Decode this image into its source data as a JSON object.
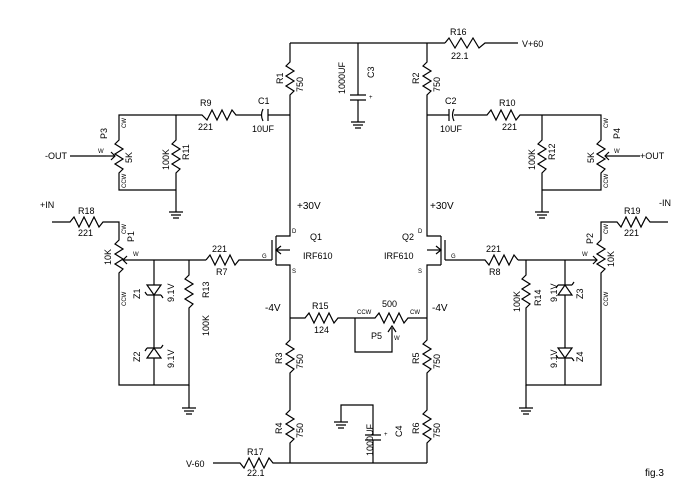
{
  "figure_label": "fig.3",
  "rails": {
    "pos_supply": "V+60",
    "neg_supply": "V-60",
    "pos_30_left": "+30V",
    "pos_30_right": "+30V",
    "neg_4_left": "-4V",
    "neg_4_right": "-4V"
  },
  "ports": {
    "out_neg": "-OUT",
    "out_pos": "+OUT",
    "in_pos": "+IN",
    "in_neg": "-IN"
  },
  "components": {
    "R1": {
      "ref": "R1",
      "value": "750"
    },
    "R2": {
      "ref": "R2",
      "value": "750"
    },
    "R3": {
      "ref": "R3",
      "value": "750"
    },
    "R4": {
      "ref": "R4",
      "value": "750"
    },
    "R5": {
      "ref": "R5",
      "value": "750"
    },
    "R6": {
      "ref": "R6",
      "value": "750"
    },
    "R7": {
      "ref": "R7",
      "value": "221"
    },
    "R8": {
      "ref": "R8",
      "value": "221"
    },
    "R9": {
      "ref": "R9",
      "value": "221"
    },
    "R10": {
      "ref": "R10",
      "value": "221"
    },
    "R11": {
      "ref": "R11",
      "value": "100K"
    },
    "R12": {
      "ref": "R12",
      "value": "100K"
    },
    "R13": {
      "ref": "R13",
      "value": "100K"
    },
    "R14": {
      "ref": "R14",
      "value": "100K"
    },
    "R15": {
      "ref": "R15",
      "value": "124"
    },
    "R16": {
      "ref": "R16",
      "value": "22.1"
    },
    "R17": {
      "ref": "R17",
      "value": "22.1"
    },
    "R18": {
      "ref": "R18",
      "value": "221"
    },
    "R19": {
      "ref": "R19",
      "value": "221"
    },
    "C1": {
      "ref": "C1",
      "value": "10UF"
    },
    "C2": {
      "ref": "C2",
      "value": "10UF"
    },
    "C3": {
      "ref": "C3",
      "value": "1000UF"
    },
    "C4": {
      "ref": "C4",
      "value": "1000UF"
    },
    "P1": {
      "ref": "P1",
      "value": "10K"
    },
    "P2": {
      "ref": "P2",
      "value": "10K"
    },
    "P3": {
      "ref": "P3",
      "value": "5K"
    },
    "P4": {
      "ref": "P4",
      "value": "5K"
    },
    "P5": {
      "ref": "P5",
      "value": "500"
    },
    "Q1": {
      "ref": "Q1",
      "value": "IRF610"
    },
    "Q2": {
      "ref": "Q2",
      "value": "IRF610"
    },
    "Z1": {
      "ref": "Z1",
      "value": "9.1V"
    },
    "Z2": {
      "ref": "Z2",
      "value": "9.1V"
    },
    "Z3": {
      "ref": "Z3",
      "value": "9.1V"
    },
    "Z4": {
      "ref": "Z4",
      "value": "9.1V"
    }
  },
  "pins": {
    "cw": "CW",
    "ccw": "CCW",
    "wiper": "W",
    "drain": "D",
    "source": "S",
    "gate": "G"
  }
}
